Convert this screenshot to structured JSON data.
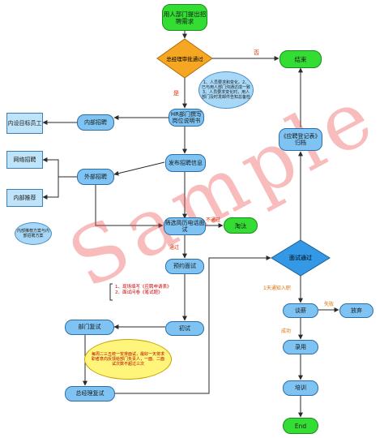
{
  "nodes": {
    "start": "用人部门提出招聘需求",
    "approval_decision": "总经理审批通过",
    "end_top": "结束",
    "approval_cloud": "1、人员要求和变化。2、已与用人部门沟通达成一致 3、人员要求变化时，用人部门及时发邮件告知总备检",
    "hr_job_desc": "HR部门撰写岗位说明书",
    "internal_recruit": "内部招聘",
    "internal_target": "内设目标员工",
    "archive": "《应聘登记表》归档",
    "publish": "发布招聘信息",
    "online_recruit": "网络招聘",
    "external_recruit": "外部招聘",
    "internal_referral": "内部推荐",
    "referral_cloud": "内部推荐方案与内部招聘方案",
    "screen_resume": "筛选简历电话面试",
    "eliminate": "淘汰",
    "interview_pass": "面试通过",
    "schedule_interview": "预约面试",
    "interview_notes": "1、现场填写《应聘申请表》2、面试问卷《笔试题》",
    "negotiate": "谈薪",
    "abandon": "放弃",
    "first_interview": "初试",
    "second_interview": "部门复试",
    "hire": "录用",
    "yellow_note": "每周二三五统一安排面试，最好一天将求职者意向反馈给部门负责人，一面、二面试次数不超过三次",
    "training": "培训",
    "gm_interview": "总经理复试",
    "end_bottom": "End"
  },
  "edge_labels": {
    "no": "否",
    "yes": "是",
    "not_pass": "不通过",
    "pass": "通过",
    "notify": "1天通知入职",
    "fail": "失败",
    "success": "成功"
  },
  "watermark": "Sample",
  "colors": {
    "pill_fill": "#7ec3f2",
    "pill_border": "#2c6ea8",
    "start_end_fill": "#33dd33",
    "decision_fill": "#f5a623",
    "decision_blue_fill": "#3399e6",
    "arrow": "#2a2a2a"
  }
}
